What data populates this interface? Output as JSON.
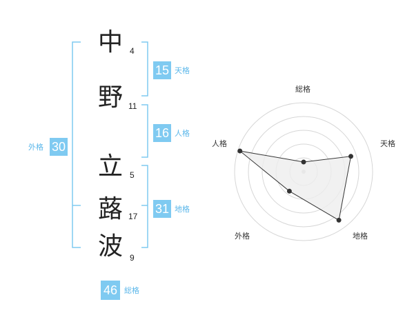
{
  "name": {
    "surname": [
      {
        "char": "中",
        "strokes": "4"
      },
      {
        "char": "野",
        "strokes": "11"
      }
    ],
    "given": [
      {
        "char": "立",
        "strokes": "5"
      },
      {
        "char": "蕗",
        "strokes": "17"
      },
      {
        "char": "波",
        "strokes": "9"
      }
    ]
  },
  "kakusu": {
    "tenkaku": {
      "value": "15",
      "label": "天格"
    },
    "jinkaku": {
      "value": "16",
      "label": "人格"
    },
    "chikaku": {
      "value": "31",
      "label": "地格"
    },
    "gaikaku": {
      "value": "30",
      "label": "外格"
    },
    "soukaku": {
      "value": "46",
      "label": "総格"
    }
  },
  "colors": {
    "accent": "#7fcaf1",
    "bracket": "#7fcaf1",
    "radar_fill": "#eeeeee",
    "radar_line": "#333333"
  },
  "chart_data": {
    "type": "radar",
    "axes": [
      "総格",
      "天格",
      "地格",
      "外格",
      "人格"
    ],
    "values": [
      0.14,
      0.72,
      0.87,
      0.35,
      0.97
    ],
    "rings": 5,
    "grid": true
  }
}
